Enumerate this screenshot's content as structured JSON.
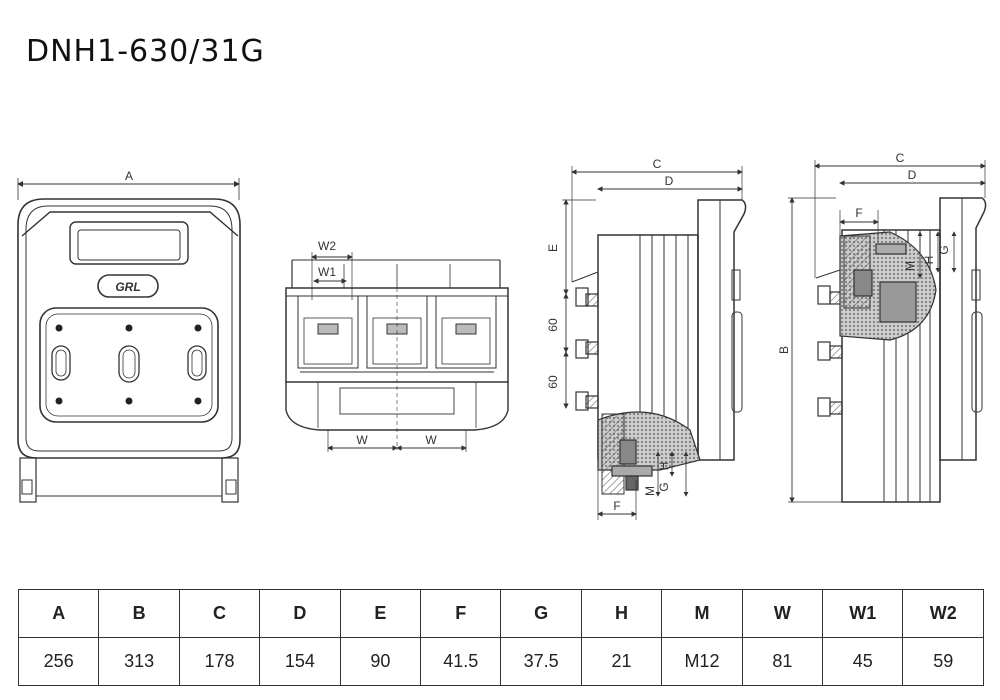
{
  "title": "DNH1-630/31G",
  "logo_text": "GRL",
  "dimension_labels": {
    "front_width": "A",
    "top_w2": "W2",
    "top_w1": "W1",
    "top_w_left": "W",
    "top_w_right": "W",
    "side1_c": "C",
    "side1_d": "D",
    "side1_e": "E",
    "side1_pitch_1": "60",
    "side1_pitch_2": "60",
    "side1_h": "H",
    "side1_g": "G",
    "side1_m": "M",
    "side1_f": "F",
    "side2_c": "C",
    "side2_d": "D",
    "side2_f": "F",
    "side2_g": "G",
    "side2_h": "H",
    "side2_m": "M",
    "side2_b": "B"
  },
  "table": {
    "headers": [
      "A",
      "B",
      "C",
      "D",
      "E",
      "F",
      "G",
      "H",
      "M",
      "W",
      "W1",
      "W2"
    ],
    "values": [
      "256",
      "313",
      "178",
      "154",
      "90",
      "41.5",
      "37.5",
      "21",
      "M12",
      "81",
      "45",
      "59"
    ]
  }
}
